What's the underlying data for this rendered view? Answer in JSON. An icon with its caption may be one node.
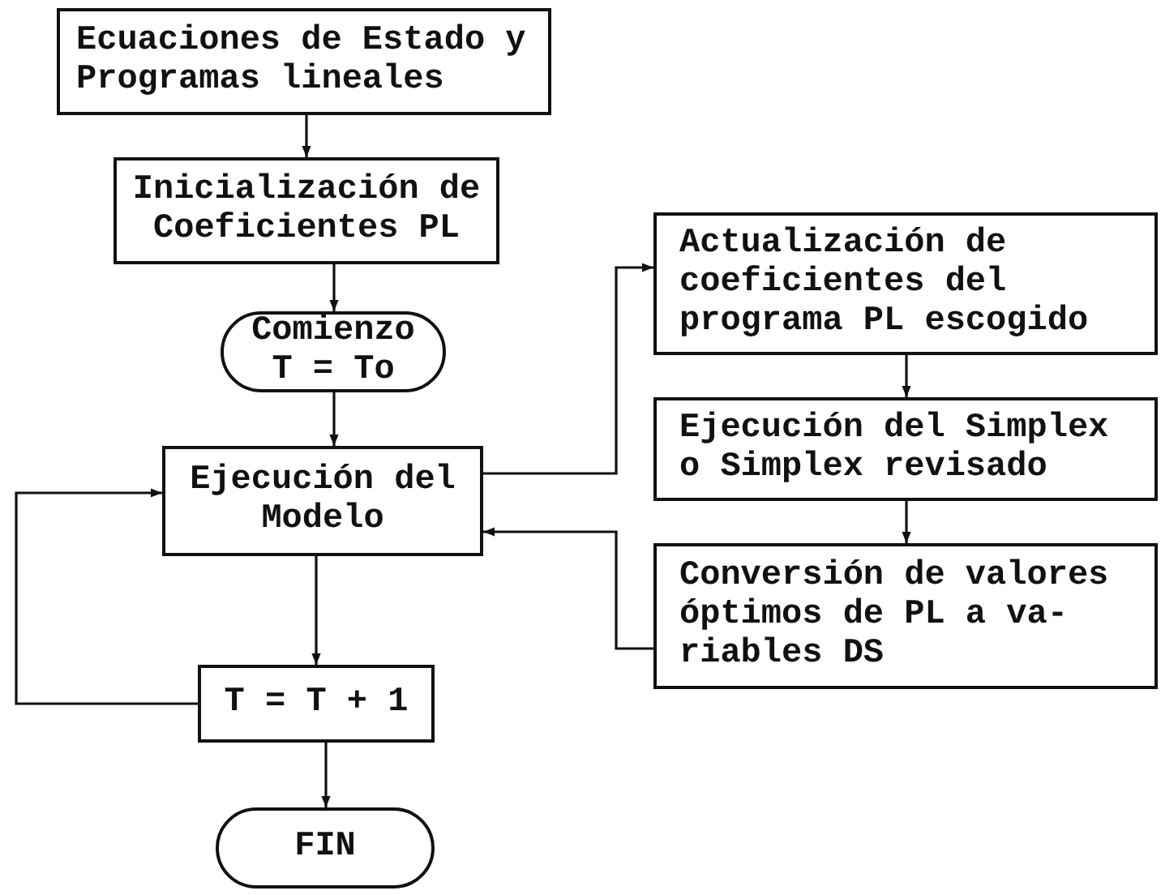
{
  "diagram": {
    "nodes": [
      {
        "text": [
          "Ecuaciones de Estado y Programas lineales"
        ]
      },
      {
        "text": [
          "Inicialización de Coeficientes PL"
        ]
      },
      {
        "text": [
          "Comienzo T = To"
        ]
      },
      {
        "text": [
          "Ejecución del Modelo"
        ]
      },
      {
        "text": [
          "T = T + 1"
        ]
      },
      {
        "text": [
          "FIN"
        ]
      },
      {
        "text": [
          "Actualización de coeficientes del programa PL escogido"
        ]
      },
      {
        "text": [
          "Ejecución del Simplex o Simplex revisado"
        ]
      },
      {
        "text": [
          "Conversión de valores óptimos de PL a va- riables DS"
        ]
      }
    ],
    "edges": [
      {
        "from": 0,
        "to": 1,
        "arrow": "to"
      },
      {
        "from": 1,
        "to": 2,
        "arrow": "to"
      },
      {
        "from": 2,
        "to": 3,
        "arrow": "to"
      },
      {
        "from": 3,
        "to": 4,
        "arrow": "to"
      },
      {
        "from": 4,
        "to": 5,
        "arrow": "to"
      },
      {
        "from": 3,
        "to": 6,
        "arrow": "to"
      },
      {
        "from": 6,
        "to": 7,
        "arrow": "to"
      },
      {
        "from": 7,
        "to": 8,
        "arrow": "to"
      },
      {
        "from": 8,
        "to": 3,
        "arrow": "to"
      },
      {
        "from": 4,
        "to": 3,
        "arrow": "to"
      }
    ]
  }
}
